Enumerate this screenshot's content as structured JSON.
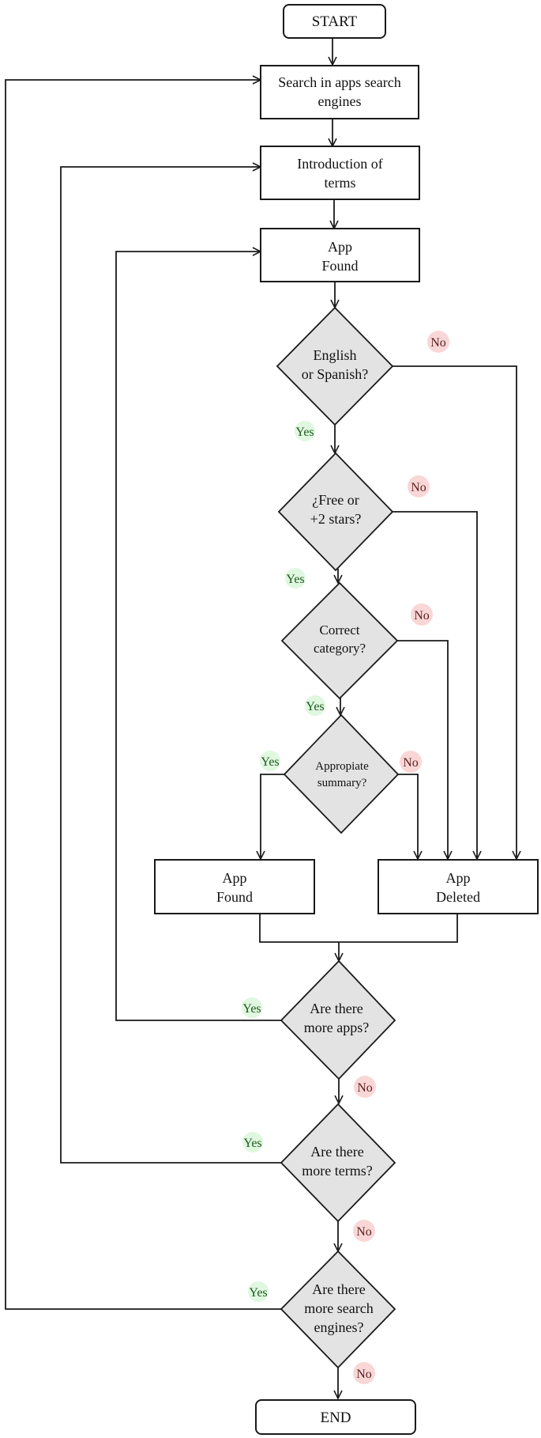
{
  "colors": {
    "diamond_fill": "#e3e3e3",
    "box_fill": "#ffffff",
    "stroke": "#1a1a1a",
    "yes_badge": "#d8f5d8",
    "no_badge": "#f8d3d3"
  },
  "nodes": {
    "start": "START",
    "search": [
      "Search in apps search",
      "engines"
    ],
    "terms": [
      "Introduction of",
      "terms"
    ],
    "app_found_top": [
      "App",
      "Found"
    ],
    "lang": [
      "English",
      "or Spanish?"
    ],
    "free": [
      "¿Free or",
      "+2 stars?"
    ],
    "category": [
      "Correct",
      "category?"
    ],
    "summary": [
      "Appropiate",
      "summary?"
    ],
    "app_found_left": [
      "App",
      "Found"
    ],
    "app_deleted": [
      "App",
      "Deleted"
    ],
    "more_apps": [
      "Are there",
      "more apps?"
    ],
    "more_terms": [
      "Are there",
      "more terms?"
    ],
    "more_engines": [
      "Are there",
      "more search",
      "engines?"
    ],
    "end": "END"
  },
  "edge_labels": {
    "yes": "Yes",
    "no": "No"
  }
}
